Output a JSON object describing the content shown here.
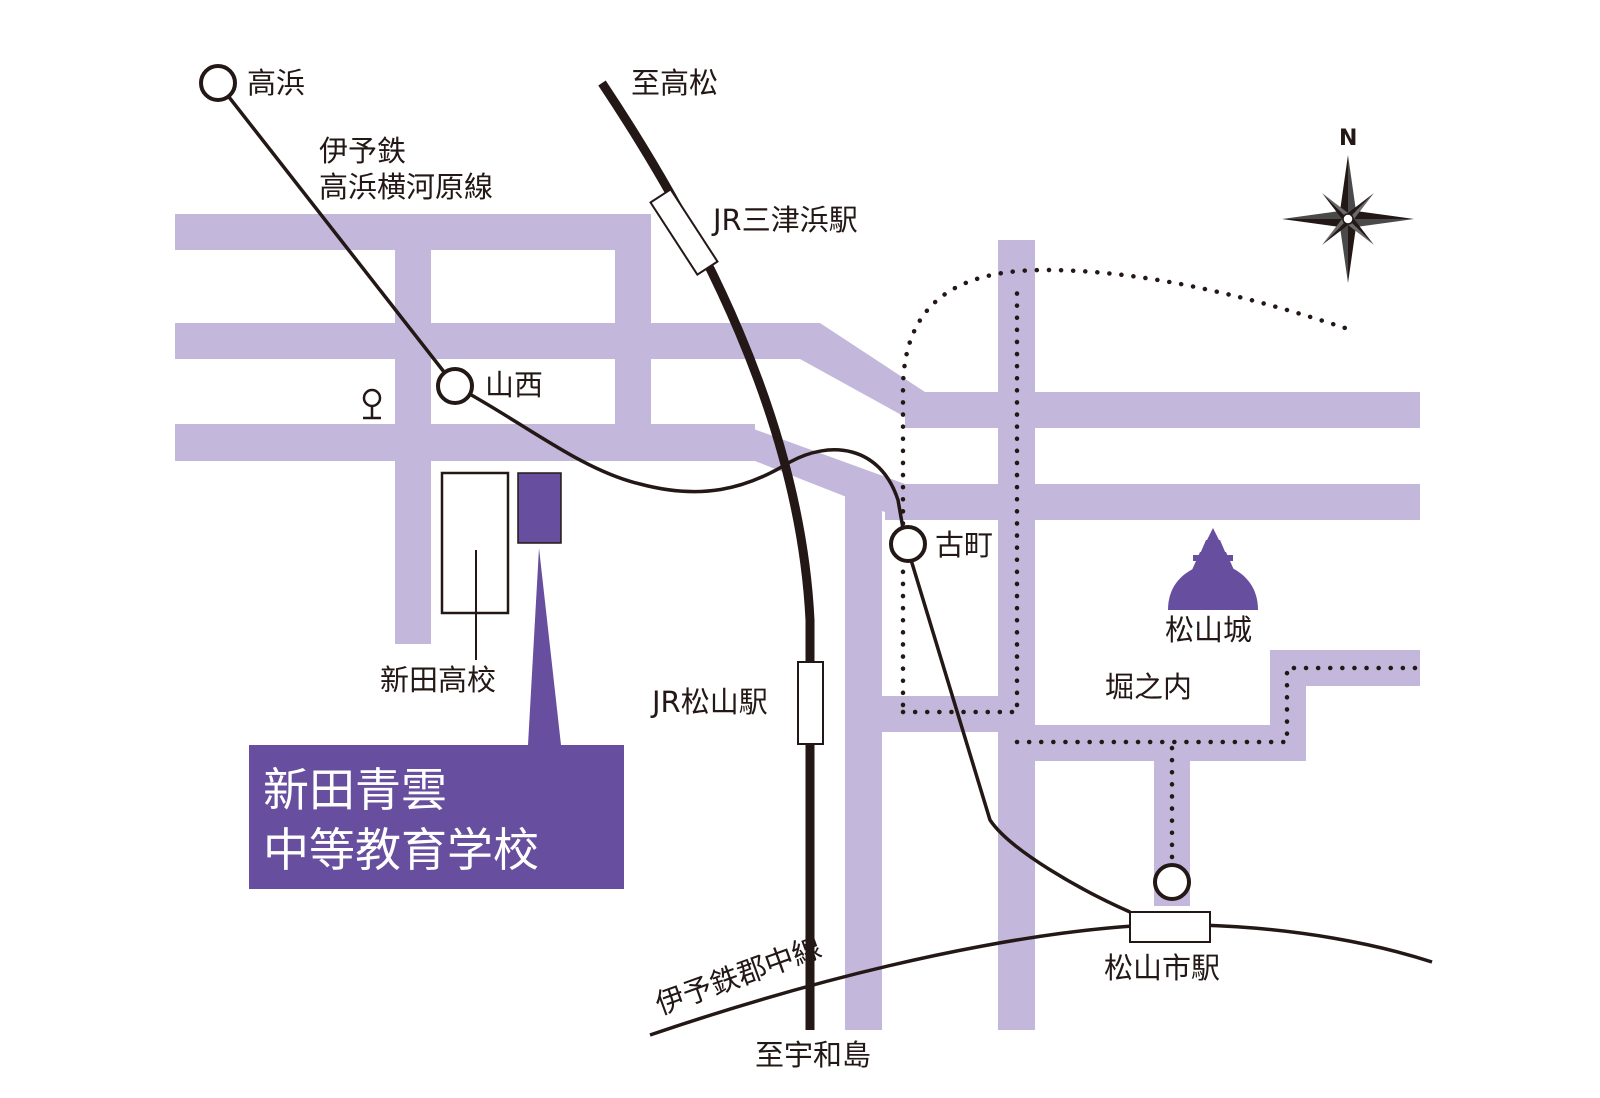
{
  "colors": {
    "road": "#c3b8db",
    "accent": "#674e9e",
    "line": "#231815",
    "background": "#ffffff"
  },
  "compass": {
    "north_label": "N"
  },
  "labels": {
    "takahama": "高浜",
    "iyotetsu_line_1": "伊予鉄",
    "iyotetsu_line_2": "高浜横河原線",
    "to_takamatsu": "至高松",
    "jr_mitsuhama": "JR三津浜駅",
    "yamanishi": "山西",
    "furumachi": "古町",
    "matsuyama_castle": "松山城",
    "horinouchi": "堀之内",
    "nitta_high": "新田高校",
    "jr_matsuyama": "JR松山駅",
    "gunchu_line": "伊予鉄郡中線",
    "to_uwajima": "至宇和島",
    "matsuyamashi_station": "松山市駅"
  },
  "school_box": {
    "line1": "新田青雲",
    "line2": "中等教育学校"
  },
  "icons": {
    "compass": "compass-rose-icon",
    "castle": "castle-icon",
    "post_office": "post-office-icon"
  }
}
